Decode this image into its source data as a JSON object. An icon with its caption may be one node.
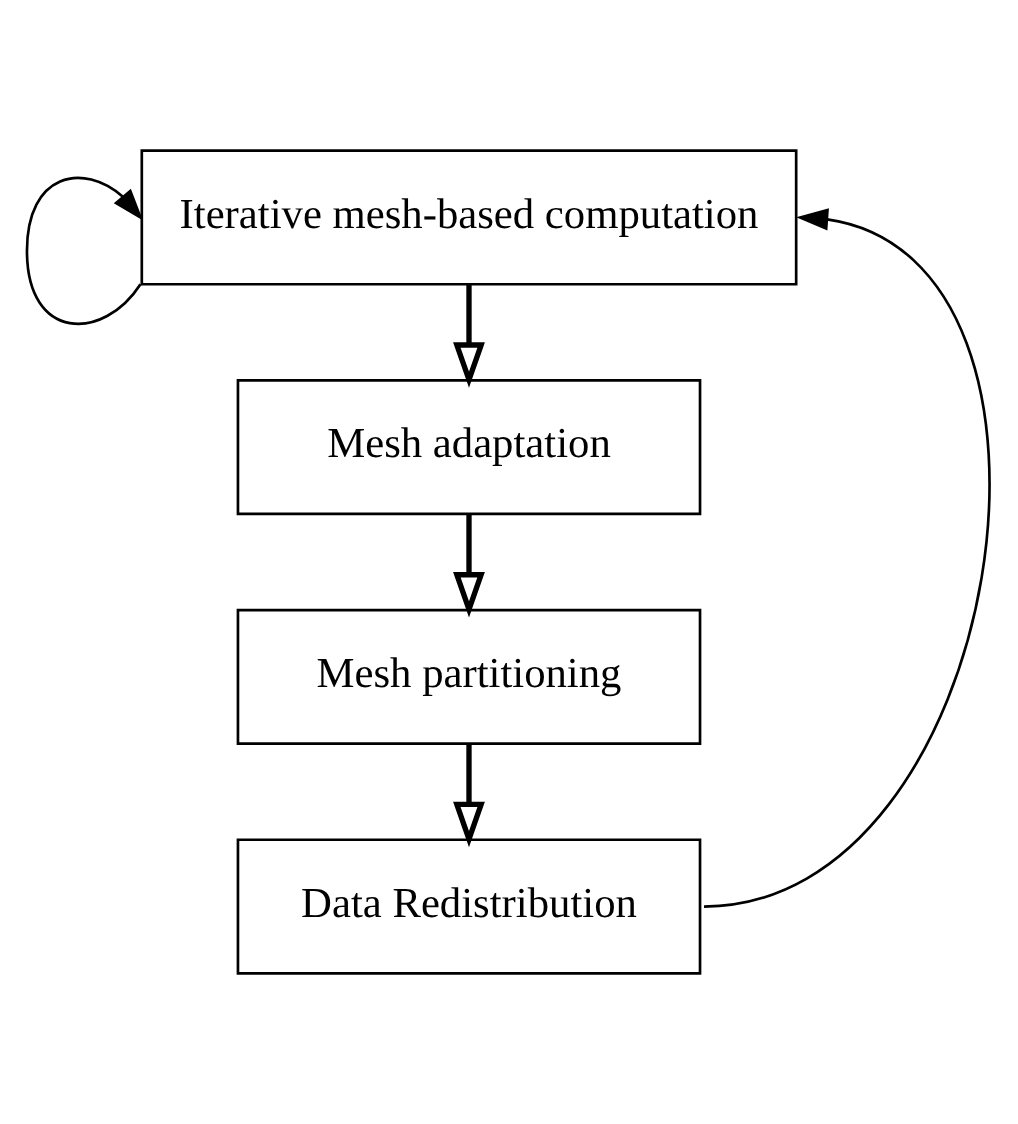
{
  "diagram": {
    "nodes": [
      {
        "text": [
          "Iterative mesh-based computation"
        ]
      },
      {
        "text": [
          "Mesh adaptation"
        ]
      },
      {
        "text": [
          "Mesh partitioning"
        ]
      },
      {
        "text": [
          "Data Redistribution"
        ]
      }
    ],
    "edges": [
      {
        "from": 0,
        "to": 0,
        "arrow": "to"
      },
      {
        "from": 0,
        "to": 1,
        "arrow": "to"
      },
      {
        "from": 1,
        "to": 2,
        "arrow": "to"
      },
      {
        "from": 2,
        "to": 3,
        "arrow": "to"
      },
      {
        "from": 3,
        "to": 0,
        "arrow": "to"
      }
    ]
  }
}
